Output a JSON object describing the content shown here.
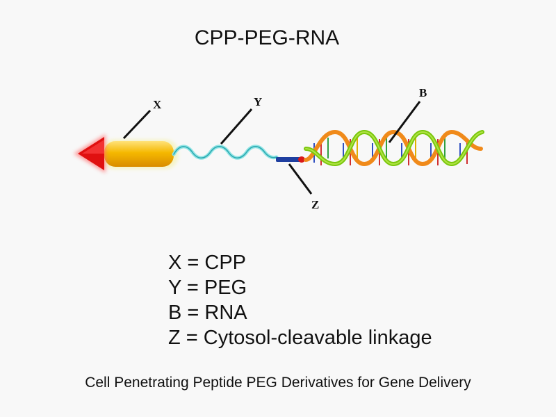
{
  "title": "CPP-PEG-RNA",
  "labels": {
    "x": "X",
    "y": "Y",
    "b": "B",
    "z": "Z"
  },
  "legend": [
    "X = CPP",
    "Y = PEG",
    "B = RNA",
    "Z = Cytosol-cleavable linkage"
  ],
  "caption": "Cell Penetrating Peptide PEG Derivatives for Gene Delivery",
  "colors": {
    "background": "#f8f8f8",
    "cpp_body": "#f5b800",
    "cpp_arrow": "#e01010",
    "peg": "#5fd0d0",
    "linker": "#1f3fa0",
    "linker_tip": "#d81818",
    "rna_strand_a": "#7ac70c",
    "rna_strand_b": "#f08a1a",
    "leader_line": "#111111"
  }
}
